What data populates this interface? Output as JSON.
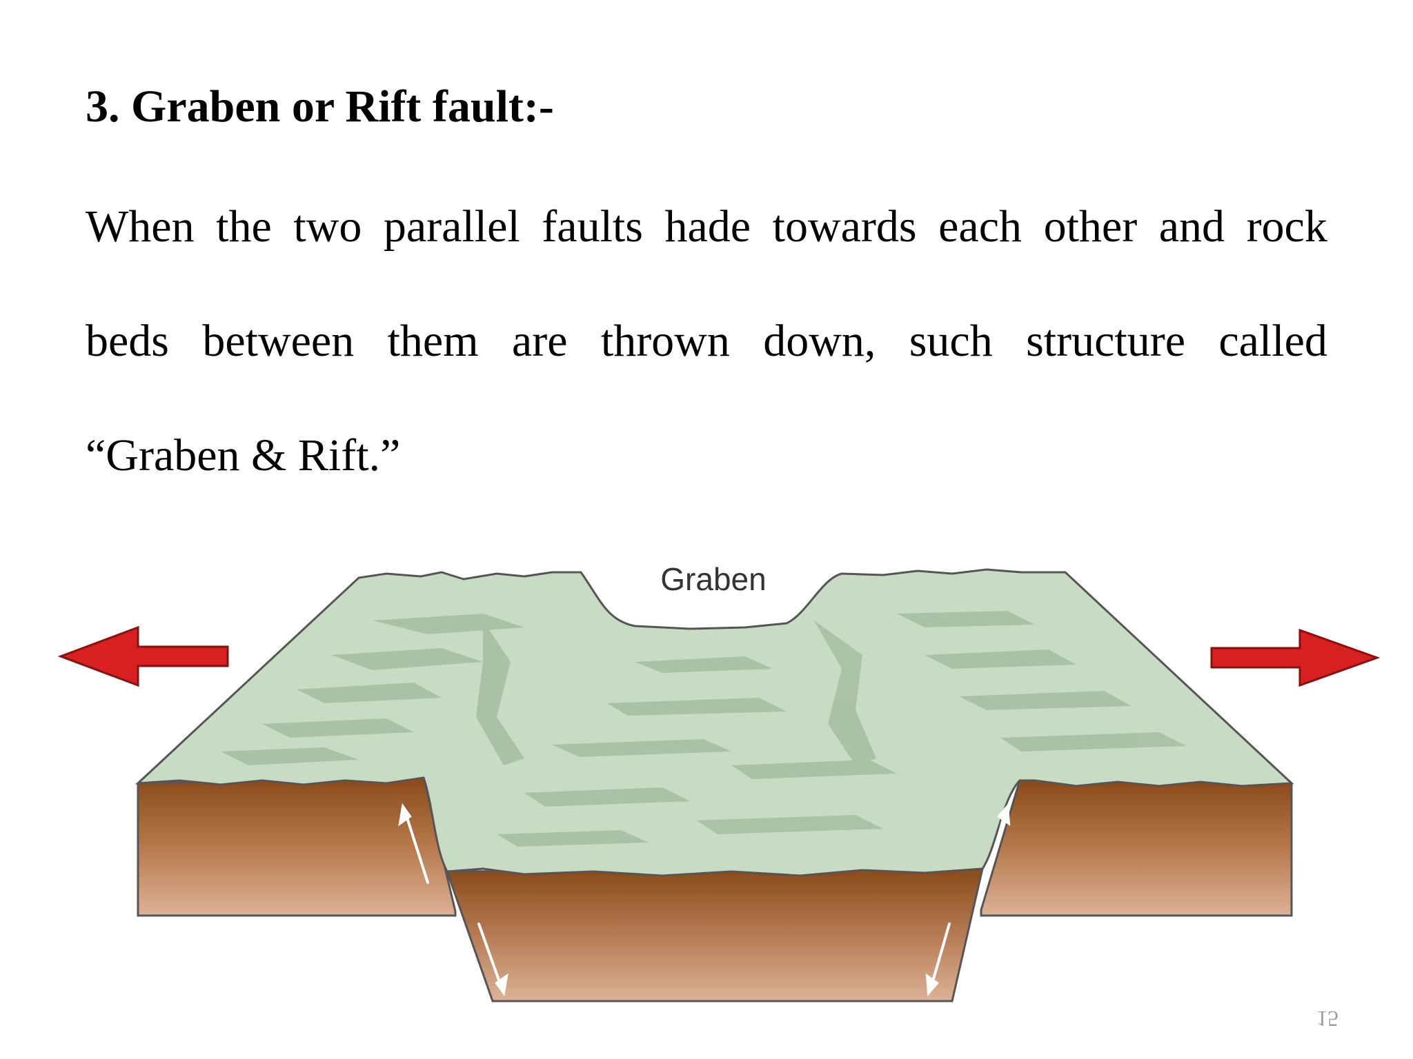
{
  "slide": {
    "heading": "3. Graben or Rift fault:-",
    "body_lines": [
      "When the two parallel faults hade towards each other and rock",
      "beds between them are thrown down, such structure called",
      "“Graben & Rift.”"
    ],
    "page_number": "15"
  },
  "figure": {
    "label": "Graben",
    "colors": {
      "surface": "#c8dcc4",
      "surface_streak": "#a6c0a2",
      "soil_top": "#8a4a18",
      "soil_bottom": "#d9ac8c",
      "arrow": "#d92020",
      "outline": "#555555"
    },
    "icons": [
      "left-arrow-icon",
      "right-arrow-icon",
      "fault-slip-arrow-icon"
    ]
  }
}
